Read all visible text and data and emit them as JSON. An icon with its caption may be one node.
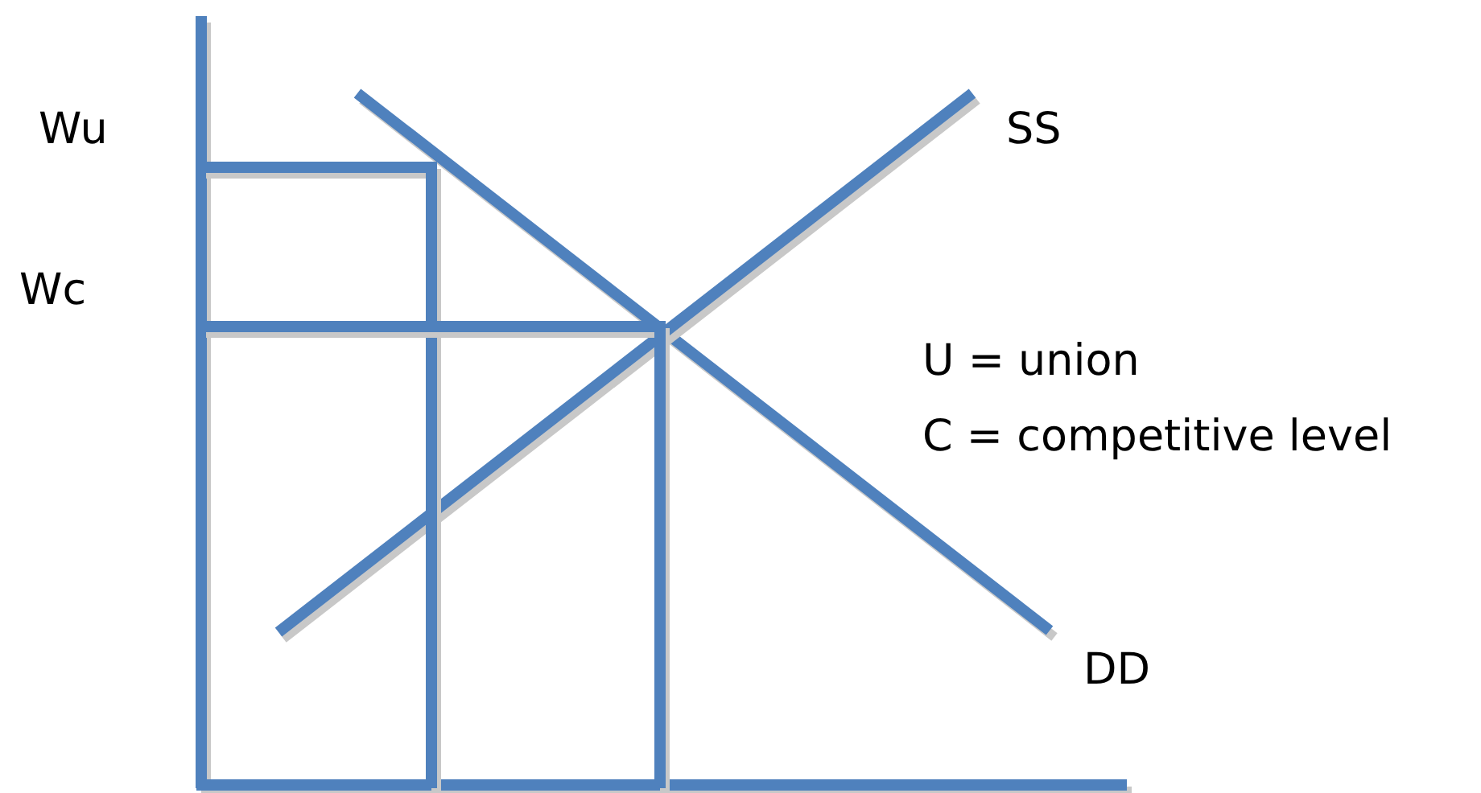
{
  "diagram": {
    "labels": [
      "Wu",
      "SS",
      "Wc",
      "U = union",
      "C = competitive level",
      "DD"
    ]
  }
}
